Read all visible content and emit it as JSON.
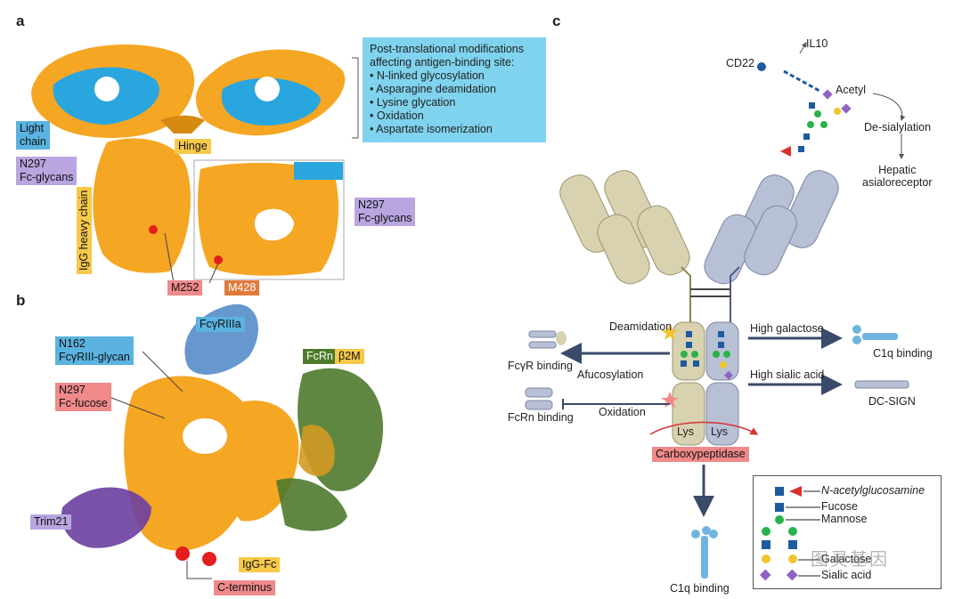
{
  "panels": {
    "a": "a",
    "b": "b",
    "c": "c"
  },
  "panel_a": {
    "light_chain": "Light\nchain",
    "hinge": "Hinge",
    "n297_fc_glycans_left": "N297\nFc-glycans",
    "heavy_chain": "IgG heavy chain",
    "n297_fc_glycans_right": "N297\nFc-glycans",
    "m252": "M252",
    "m428": "M428",
    "ptm_title": "Post-translational modifications affecting antigen-binding site:",
    "ptm_items": [
      "N-linked glycosylation",
      "Asparagine deamidation",
      "Lysine glycation",
      "Oxidation",
      "Aspartate isomerization"
    ]
  },
  "panel_b": {
    "fcgriiia": "FcγRIIIa",
    "n162": "N162\nFcγRIII-glycan",
    "n297_fucose": "N297\nFc-fucose",
    "fcrn": "FcRn",
    "b2m": "β2M",
    "trim21": "Trim21",
    "igg_fc": "IgG-Fc",
    "c_terminus": "C-terminus"
  },
  "panel_c": {
    "cd22": "CD22",
    "il10": "IL10",
    "acetyl": "Acetyl",
    "de_sialylation": "De-sialylation",
    "hepatic": "Hepatic\nasialoreceptor",
    "deamidation": "Deamidation",
    "fcgr_binding": "FcγR binding",
    "afucosylation": "Afucosylation",
    "oxidation": "Oxidation",
    "fcrn_binding": "FcRn binding",
    "high_galactose": "High galactose",
    "c1q_binding_right": "C1q binding",
    "high_sialic": "High sialic acid",
    "dc_sign": "DC-SIGN",
    "lys_left": "Lys",
    "lys_right": "Lys",
    "carboxypeptidase": "Carboxypeptidase",
    "c1q_binding_bottom": "C1q binding"
  },
  "legend": {
    "nag": "N-acetylglucosamine",
    "fucose": "Fucose",
    "mannose": "Mannose",
    "galactose": "Galactose",
    "sialic": "Sialic acid"
  },
  "watermark": "图灵基因",
  "colors": {
    "orange_surface": "#f5a623",
    "blue_surface": "#2aa6df",
    "antibody_left": "#d8d2b0",
    "antibody_right": "#b8c0d6",
    "arrow": "#3a4a6a"
  }
}
